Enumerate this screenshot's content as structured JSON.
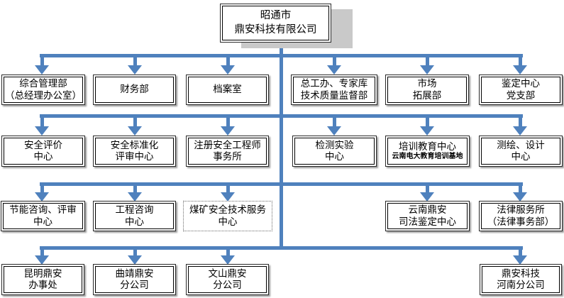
{
  "colors": {
    "connector_blue": "#4F81BD",
    "box_border": "#000000",
    "root_shadow_gray": "#C9C9C9"
  },
  "org": {
    "root": {
      "line1": "昭通市",
      "line2": "鼎安科技有限公司"
    },
    "row2": [
      {
        "line1": "综合管理部",
        "line2": "（总经理办公室）"
      },
      {
        "line1": "财务部",
        "line2": ""
      },
      {
        "line1": "档案室",
        "line2": ""
      },
      {
        "line1": "总工办、专家库",
        "line2": "技术质量监督部"
      },
      {
        "line1": "市场",
        "line2": "拓展部"
      },
      {
        "line1": "鉴定中心",
        "line2": "党支部"
      }
    ],
    "row3": [
      {
        "line1": "安全评价",
        "line2": "中心"
      },
      {
        "line1": "安全标准化",
        "line2": "评审中心"
      },
      {
        "line1": "注册安全工程师",
        "line2": "事务所"
      },
      {
        "line1": "检测实验",
        "line2": "中心"
      },
      {
        "line1": "培训教育中心",
        "line2": "云南电大教育培训基地"
      },
      {
        "line1": "测绘、设计",
        "line2": "中心"
      }
    ],
    "row4": [
      {
        "line1": "节能咨询、评审",
        "line2": "中心"
      },
      {
        "line1": "工程咨询",
        "line2": "中心"
      },
      {
        "line1": "煤矿安全技术服务",
        "line2": "中心"
      },
      {
        "line1": "云南鼎安",
        "line2": "司法鉴定中心"
      },
      {
        "line1": "法律服务所",
        "line2": "（法律事务部）"
      }
    ],
    "row5": [
      {
        "line1": "昆明鼎安",
        "line2": "办事处"
      },
      {
        "line1": "曲靖鼎安",
        "line2": "分公司"
      },
      {
        "line1": "文山鼎安",
        "line2": "分公司"
      },
      {
        "line1": "鼎安科技",
        "line2": "河南分公司"
      }
    ]
  }
}
